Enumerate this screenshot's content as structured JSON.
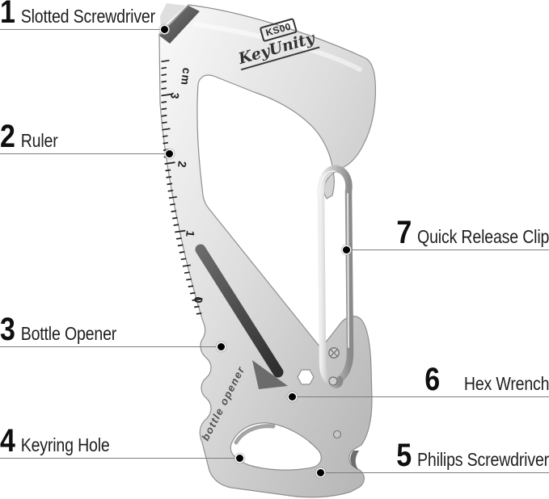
{
  "product": {
    "brand": "KeyUnity",
    "model": "KS00",
    "engraving": "bottle opener"
  },
  "ruler": {
    "unit_label": "cm",
    "marks": [
      "3",
      "2",
      "1",
      "0"
    ]
  },
  "callouts": [
    {
      "num": "1",
      "label": "Slotted Screwdriver"
    },
    {
      "num": "2",
      "label": "Ruler"
    },
    {
      "num": "3",
      "label": "Bottle Opener"
    },
    {
      "num": "4",
      "label": "Keyring Hole"
    },
    {
      "num": "5",
      "label": "Philips Screwdriver"
    },
    {
      "num": "6",
      "label": "Hex Wrench"
    },
    {
      "num": "7",
      "label": "Quick Release Clip"
    }
  ],
  "colors": {
    "background": "#ffffff",
    "text": "#1f1f1f",
    "line": "#7d7d7d",
    "dot": "#000000",
    "metal_light": "#f4f4f4",
    "metal_mid": "#d2d2d2",
    "metal_dark": "#8c8c8c",
    "bevel_dark": "#3d3d3d"
  }
}
